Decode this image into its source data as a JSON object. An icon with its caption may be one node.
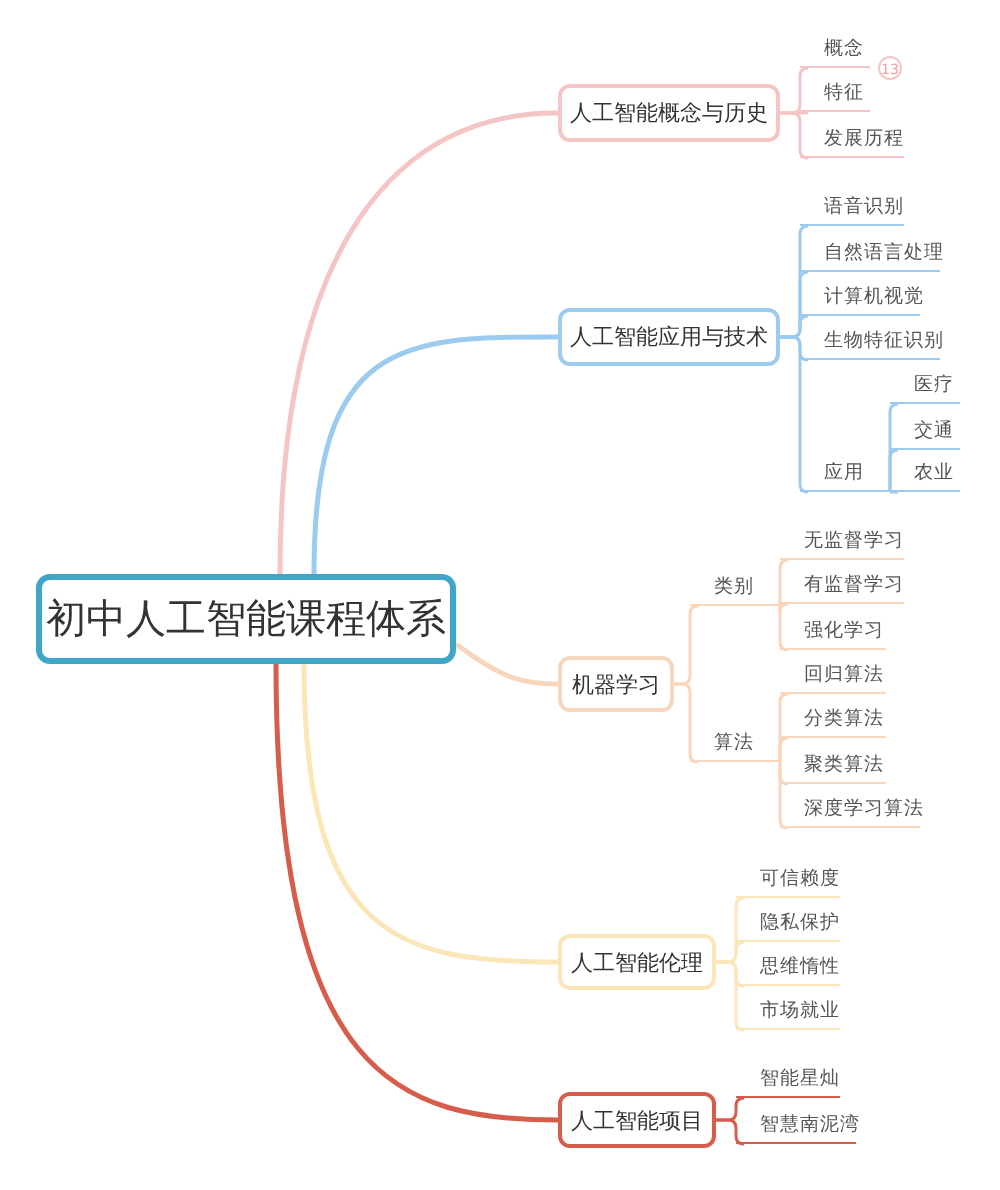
{
  "diagram": {
    "nodes": [
      {
        "text": [
          "初中人工智能课程体系"
        ]
      },
      {
        "text": [
          "人工智能概念与历史"
        ]
      },
      {
        "text": [
          "概念"
        ],
        "beside": [
          "13"
        ]
      },
      {
        "text": [
          "特征"
        ]
      },
      {
        "text": [
          "发展历程"
        ]
      },
      {
        "text": [
          "人工智能应用与技术"
        ]
      },
      {
        "text": [
          "语音识别"
        ]
      },
      {
        "text": [
          "自然语言处理"
        ]
      },
      {
        "text": [
          "计算机视觉"
        ]
      },
      {
        "text": [
          "生物特征识别"
        ]
      },
      {
        "text": [
          "应用"
        ]
      },
      {
        "text": [
          "医疗"
        ]
      },
      {
        "text": [
          "交通"
        ]
      },
      {
        "text": [
          "农业"
        ]
      },
      {
        "text": [
          "机器学习"
        ]
      },
      {
        "text": [
          "类别"
        ]
      },
      {
        "text": [
          "无监督学习"
        ]
      },
      {
        "text": [
          "有监督学习"
        ]
      },
      {
        "text": [
          "强化学习"
        ]
      },
      {
        "text": [
          "算法"
        ]
      },
      {
        "text": [
          "回归算法"
        ]
      },
      {
        "text": [
          "分类算法"
        ]
      },
      {
        "text": [
          "聚类算法"
        ]
      },
      {
        "text": [
          "深度学习算法"
        ]
      },
      {
        "text": [
          "人工智能伦理"
        ]
      },
      {
        "text": [
          "可信赖度"
        ]
      },
      {
        "text": [
          "隐私保护"
        ]
      },
      {
        "text": [
          "思维惰性"
        ]
      },
      {
        "text": [
          "市场就业"
        ]
      },
      {
        "text": [
          "人工智能项目"
        ]
      },
      {
        "text": [
          "智能星灿"
        ]
      },
      {
        "text": [
          "智慧南泥湾"
        ]
      }
    ],
    "edges": [
      {
        "from": 0,
        "to": 1,
        "arrow": "none",
        "color": "#f5c5c5"
      },
      {
        "from": 0,
        "to": 5,
        "arrow": "none",
        "color": "#9ccbf0"
      },
      {
        "from": 0,
        "to": 14,
        "arrow": "none",
        "color": "#f8d6bb"
      },
      {
        "from": 0,
        "to": 24,
        "arrow": "none",
        "color": "#fbe6b8"
      },
      {
        "from": 0,
        "to": 29,
        "arrow": "none",
        "color": "#d65c4b"
      },
      {
        "from": 1,
        "to": 2,
        "arrow": "none",
        "color": "#f5c5c5"
      },
      {
        "from": 1,
        "to": 3,
        "arrow": "none",
        "color": "#f5c5c5"
      },
      {
        "from": 1,
        "to": 4,
        "arrow": "none",
        "color": "#f5c5c5"
      },
      {
        "from": 5,
        "to": 6,
        "arrow": "none",
        "color": "#9ccbf0"
      },
      {
        "from": 5,
        "to": 7,
        "arrow": "none",
        "color": "#9ccbf0"
      },
      {
        "from": 5,
        "to": 8,
        "arrow": "none",
        "color": "#9ccbf0"
      },
      {
        "from": 5,
        "to": 9,
        "arrow": "none",
        "color": "#9ccbf0"
      },
      {
        "from": 5,
        "to": 10,
        "arrow": "none",
        "color": "#9ccbf0"
      },
      {
        "from": 10,
        "to": 11,
        "arrow": "none",
        "color": "#9ccbf0"
      },
      {
        "from": 10,
        "to": 12,
        "arrow": "none",
        "color": "#9ccbf0"
      },
      {
        "from": 10,
        "to": 13,
        "arrow": "none",
        "color": "#9ccbf0"
      },
      {
        "from": 14,
        "to": 15,
        "arrow": "none",
        "color": "#f8d6bb"
      },
      {
        "from": 14,
        "to": 19,
        "arrow": "none",
        "color": "#f8d6bb"
      },
      {
        "from": 15,
        "to": 16,
        "arrow": "none",
        "color": "#f8d6bb"
      },
      {
        "from": 15,
        "to": 17,
        "arrow": "none",
        "color": "#f8d6bb"
      },
      {
        "from": 15,
        "to": 18,
        "arrow": "none",
        "color": "#f8d6bb"
      },
      {
        "from": 19,
        "to": 20,
        "arrow": "none",
        "color": "#f8d6bb"
      },
      {
        "from": 19,
        "to": 21,
        "arrow": "none",
        "color": "#f8d6bb"
      },
      {
        "from": 19,
        "to": 22,
        "arrow": "none",
        "color": "#f8d6bb"
      },
      {
        "from": 19,
        "to": 23,
        "arrow": "none",
        "color": "#f8d6bb"
      },
      {
        "from": 24,
        "to": 25,
        "arrow": "none",
        "color": "#fbe6b8"
      },
      {
        "from": 24,
        "to": 26,
        "arrow": "none",
        "color": "#fbe6b8"
      },
      {
        "from": 24,
        "to": 27,
        "arrow": "none",
        "color": "#fbe6b8"
      },
      {
        "from": 24,
        "to": 28,
        "arrow": "none",
        "color": "#fbe6b8"
      },
      {
        "from": 29,
        "to": 30,
        "arrow": "none",
        "color": "#d65c4b"
      },
      {
        "from": 29,
        "to": 31,
        "arrow": "none",
        "color": "#d65c4b"
      }
    ]
  }
}
